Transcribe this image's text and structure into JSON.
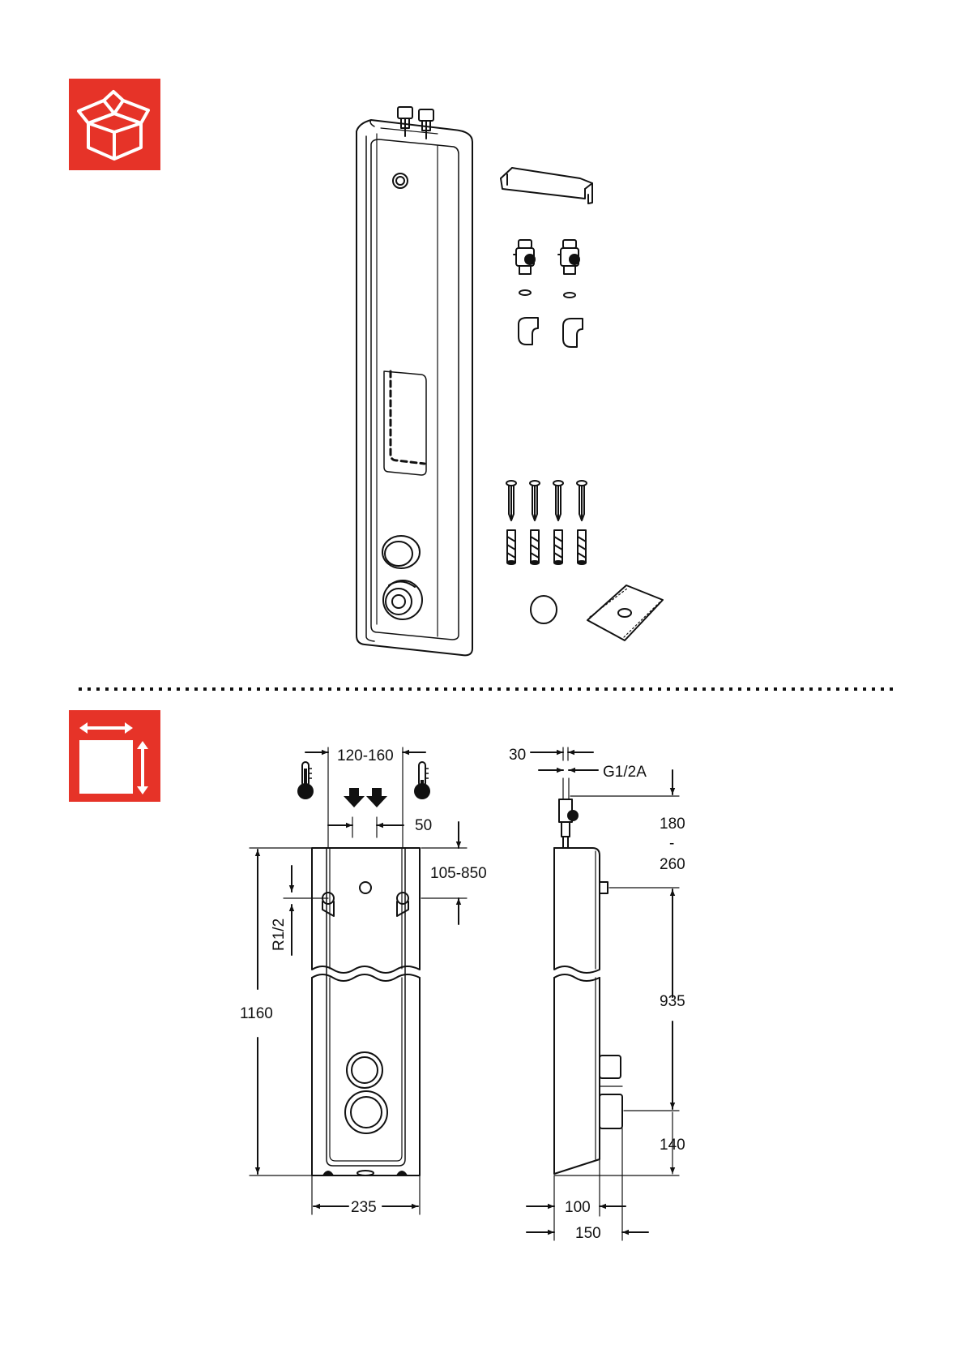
{
  "accent_color": "#e63328",
  "icons": {
    "contents": "open-box-icon",
    "dimensions": "dimensions-icon"
  },
  "front_view": {
    "dim_inlet_spacing": "120-160",
    "dim_inlet_offset": "50",
    "dim_inlet_height_range": "105-850",
    "dim_thread": "R1/2",
    "dim_height": "1160",
    "dim_width": "235"
  },
  "side_view": {
    "dim_valve_offset": "30",
    "dim_thread": "G1/2A",
    "dim_height_range_top": "180",
    "dim_height_range_sep": "-",
    "dim_height_range_bottom": "260",
    "dim_upper": "935",
    "dim_lower": "140",
    "dim_depth": "100",
    "dim_depth_total": "150"
  }
}
